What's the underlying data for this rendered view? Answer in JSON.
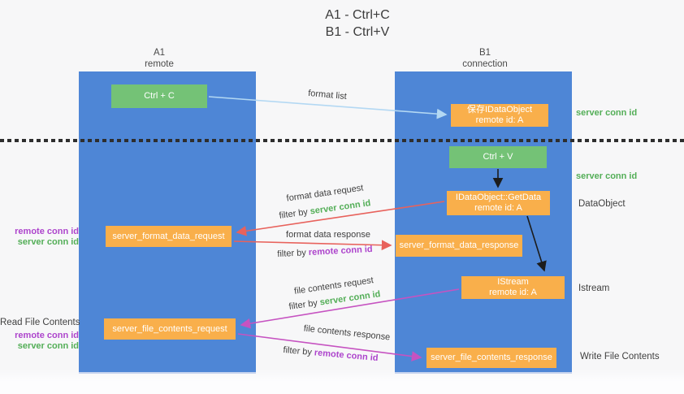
{
  "title": {
    "line1": "A1 - Ctrl+C",
    "line2": "B1 - Ctrl+V"
  },
  "lanes": {
    "a1": {
      "id": "A1",
      "sublabel": "remote"
    },
    "b1": {
      "id": "B1",
      "sublabel": "connection"
    }
  },
  "nodes": {
    "ctrl_c": {
      "label": "Ctrl + C"
    },
    "ctrl_v": {
      "label": "Ctrl + V"
    },
    "save_dataobject": {
      "line1": "保存IDataObject",
      "line2": "remote id: A"
    },
    "getdata": {
      "line1": "IDataObject::GetData",
      "line2": "remote id: A"
    },
    "istream": {
      "line1": "IStream",
      "line2": "remote id: A"
    },
    "server_format_data_request": {
      "label": "server_format_data_request"
    },
    "server_format_data_response": {
      "label": "server_format_data_response"
    },
    "server_file_contents_request": {
      "label": "server_file_contents_request"
    },
    "server_file_contents_response": {
      "label": "server_file_contents_response"
    }
  },
  "arrow_labels": {
    "format_list": "format list",
    "format_data_request": "format data request",
    "format_data_response": "format data response",
    "file_contents_request": "file contents request",
    "file_contents_response": "file contents response",
    "filter_by": "filter by ",
    "server_conn_id": "server conn id",
    "remote_conn_id": "remote conn id"
  },
  "side_labels": {
    "server_conn_id_top": "server conn id",
    "server_conn_id_mid": "server conn id",
    "dataobject": "DataObject",
    "istream": "Istream",
    "write_file_contents": "Write File Contents",
    "read_file_contents": "Read File Contents",
    "left_pair1": {
      "remote": "remote conn id",
      "server": "server conn id"
    },
    "left_pair2": {
      "remote": "remote conn id",
      "server": "server conn id"
    }
  },
  "colors": {
    "lane_blue": "#4e86d6",
    "node_green": "#74c276",
    "node_orange": "#f9af4b",
    "arrow_red": "#e8625c",
    "arrow_magenta": "#c653c1",
    "arrow_light_blue": "#b3d8f3",
    "arrow_black": "#1c1c1c",
    "text_green": "#53ae57",
    "text_purple": "#ad44cc",
    "text_dark": "#3f3f3f"
  }
}
